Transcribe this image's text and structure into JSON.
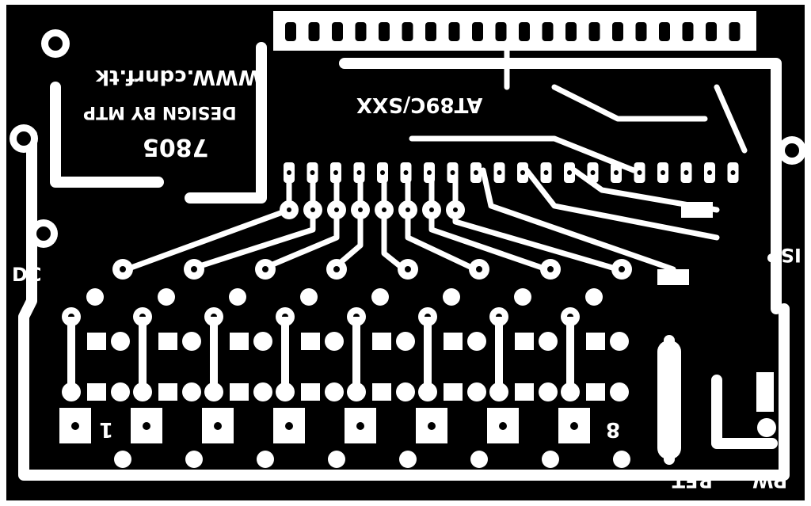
{
  "board": {
    "website": "WWW.cdnrf.tk",
    "designer": "DESIGN BY MTP",
    "regulator": "7805",
    "mcu": "AT89C/SXX",
    "dc_label": "DC",
    "isp_label": "ISP",
    "reset_label": "RET",
    "power_label": "PW",
    "channel_first": "1",
    "channel_last": "8"
  },
  "colors": {
    "background": "#000000",
    "copper": "#ffffff"
  }
}
